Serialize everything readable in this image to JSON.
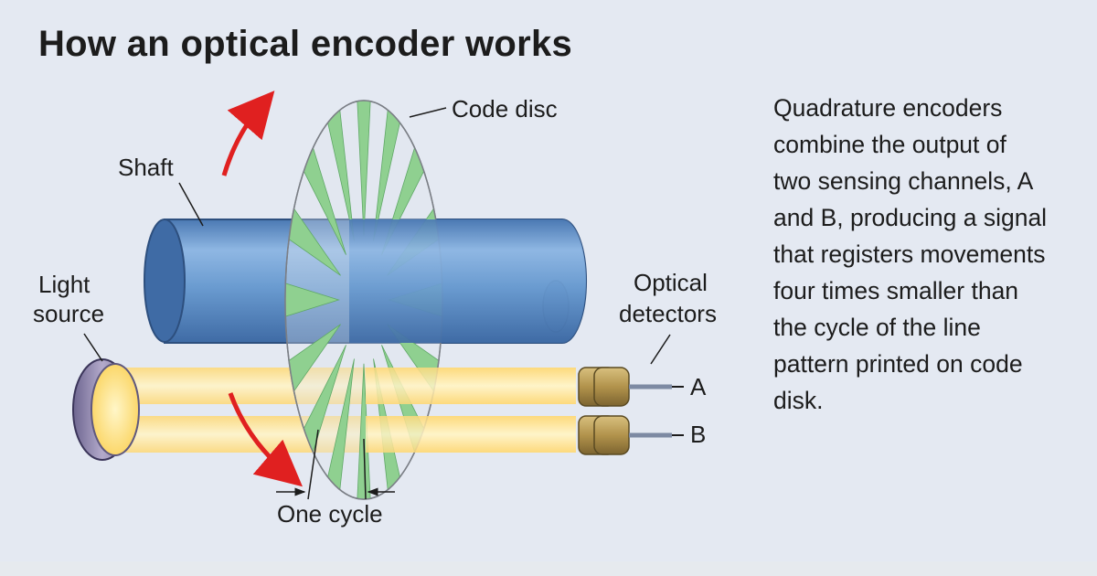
{
  "title": "How an optical encoder works",
  "description": "Quadrature encoders\ncombine the output of\ntwo sensing channels, A\nand B, producing a signal\nthat registers movements\nfour times smaller than\nthe cycle of the line\npattern printed on code\ndisk.",
  "labels": {
    "code_disc": "Code disc",
    "shaft": "Shaft",
    "light_source_line1": "Light",
    "light_source_line2": "source",
    "optical_detectors_line1": "Optical",
    "optical_detectors_line2": "detectors",
    "channel_a": "A",
    "channel_b": "B",
    "one_cycle": "One cycle"
  },
  "colors": {
    "shaft": "#6a9bd0",
    "disc_slots": "#8fd090",
    "light_beam": "#fde8a0",
    "rotation_arrow": "#e02020",
    "detector": "#b89a55",
    "light_source_ring": "#9a8fb5"
  },
  "icons": {
    "rotation": "curved-arrow"
  }
}
